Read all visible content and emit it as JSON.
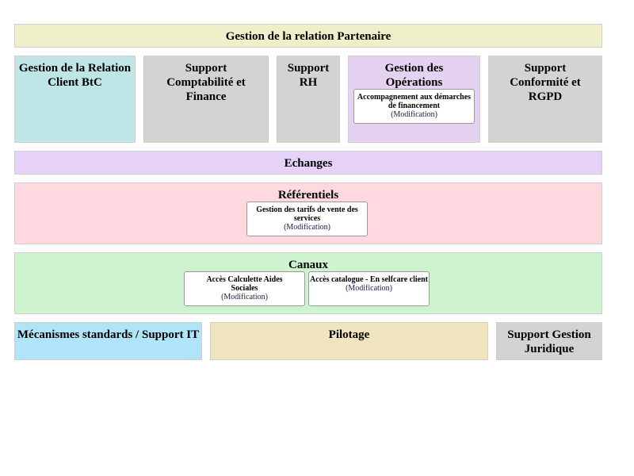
{
  "colors": {
    "partenaire": "#efefc9",
    "btc": "#bfe5e6",
    "gray": "#d3d3d3",
    "operations": "#e5d1f0",
    "echanges": "#e6d2f8",
    "referentiels": "#ffd9df",
    "canaux": "#cef4cf",
    "mecanismes": "#b0e4f8",
    "pilotage": "#efe4bd"
  },
  "top": {
    "title": "Gestion de la relation Partenaire"
  },
  "row1": [
    {
      "title": "Gestion de la Relation Client BtC"
    },
    {
      "title": "Support Comptabilité et Finance"
    },
    {
      "title": "Support RH"
    },
    {
      "title": "Gestion des Opérations",
      "items": [
        {
          "label": "Accompagnement aux démarches de financement",
          "status": "(Modification)"
        }
      ]
    },
    {
      "title": "Support Conformité et RGPD"
    }
  ],
  "echanges": {
    "title": "Echanges"
  },
  "referentiels": {
    "title": "Référentiels",
    "items": [
      {
        "label": "Gestion des tarifs de vente des services",
        "status": "(Modification)"
      }
    ]
  },
  "canaux": {
    "title": "Canaux",
    "items": [
      {
        "label": "Accès Calculette Aides Sociales",
        "status": "(Modification)"
      },
      {
        "label": "Accès catalogue - En selfcare client",
        "status": "(Modification)"
      }
    ]
  },
  "bottom": [
    {
      "title": "Mécanismes standards / Support IT"
    },
    {
      "title": "Pilotage"
    },
    {
      "title": "Support Gestion Juridique"
    }
  ]
}
